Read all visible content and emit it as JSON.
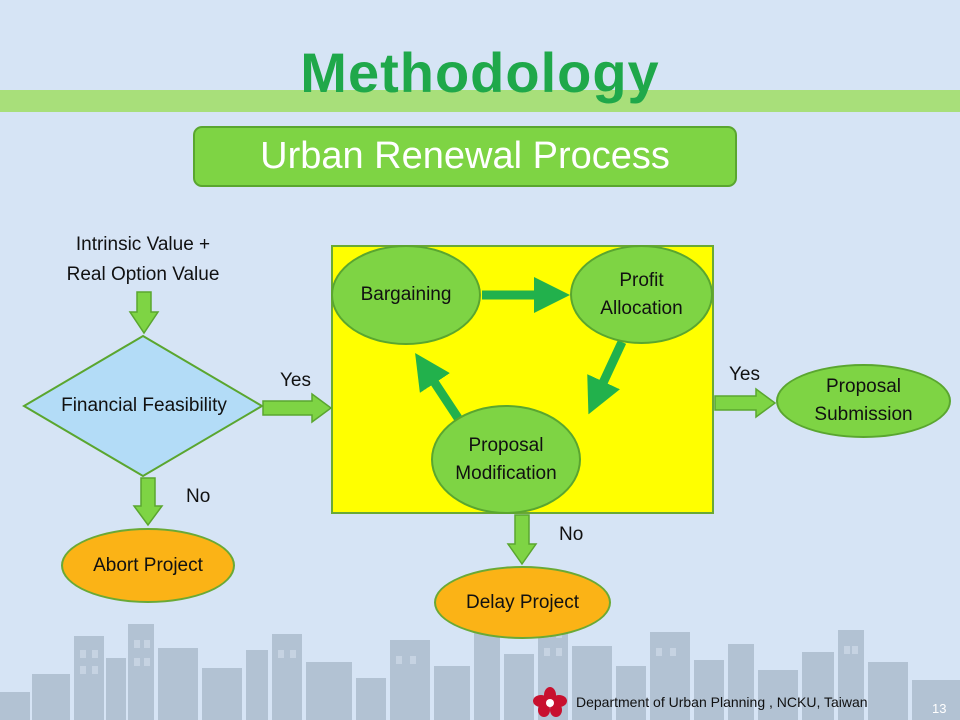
{
  "slide": {
    "title": "Methodology",
    "subtitle": "Urban Renewal Process",
    "footer": "Department of Urban Planning , NCKU, Taiwan",
    "page_number": "13"
  },
  "flow": {
    "start_line1": "Intrinsic Value +",
    "start_line2": "Real Option Value",
    "decision": "Financial Feasibility",
    "abort": "Abort Project",
    "bargaining": "Bargaining",
    "profit_line1": "Profit",
    "profit_line2": "Allocation",
    "modification_line1": "Proposal",
    "modification_line2": "Modification",
    "submission_line1": "Proposal",
    "submission_line2": "Submission",
    "delay": "Delay Project",
    "yes_to_cycle": "Yes",
    "yes_to_submission": "Yes",
    "no_to_abort": "No",
    "no_to_delay": "No"
  },
  "colors": {
    "accent_green": "#7ed444",
    "title_green": "#1fa84a",
    "decision_blue": "#b3dcf7",
    "terminal_orange": "#fbb316",
    "cycle_yellow": "#ffff00",
    "cycle_arrow": "#22b14c"
  }
}
